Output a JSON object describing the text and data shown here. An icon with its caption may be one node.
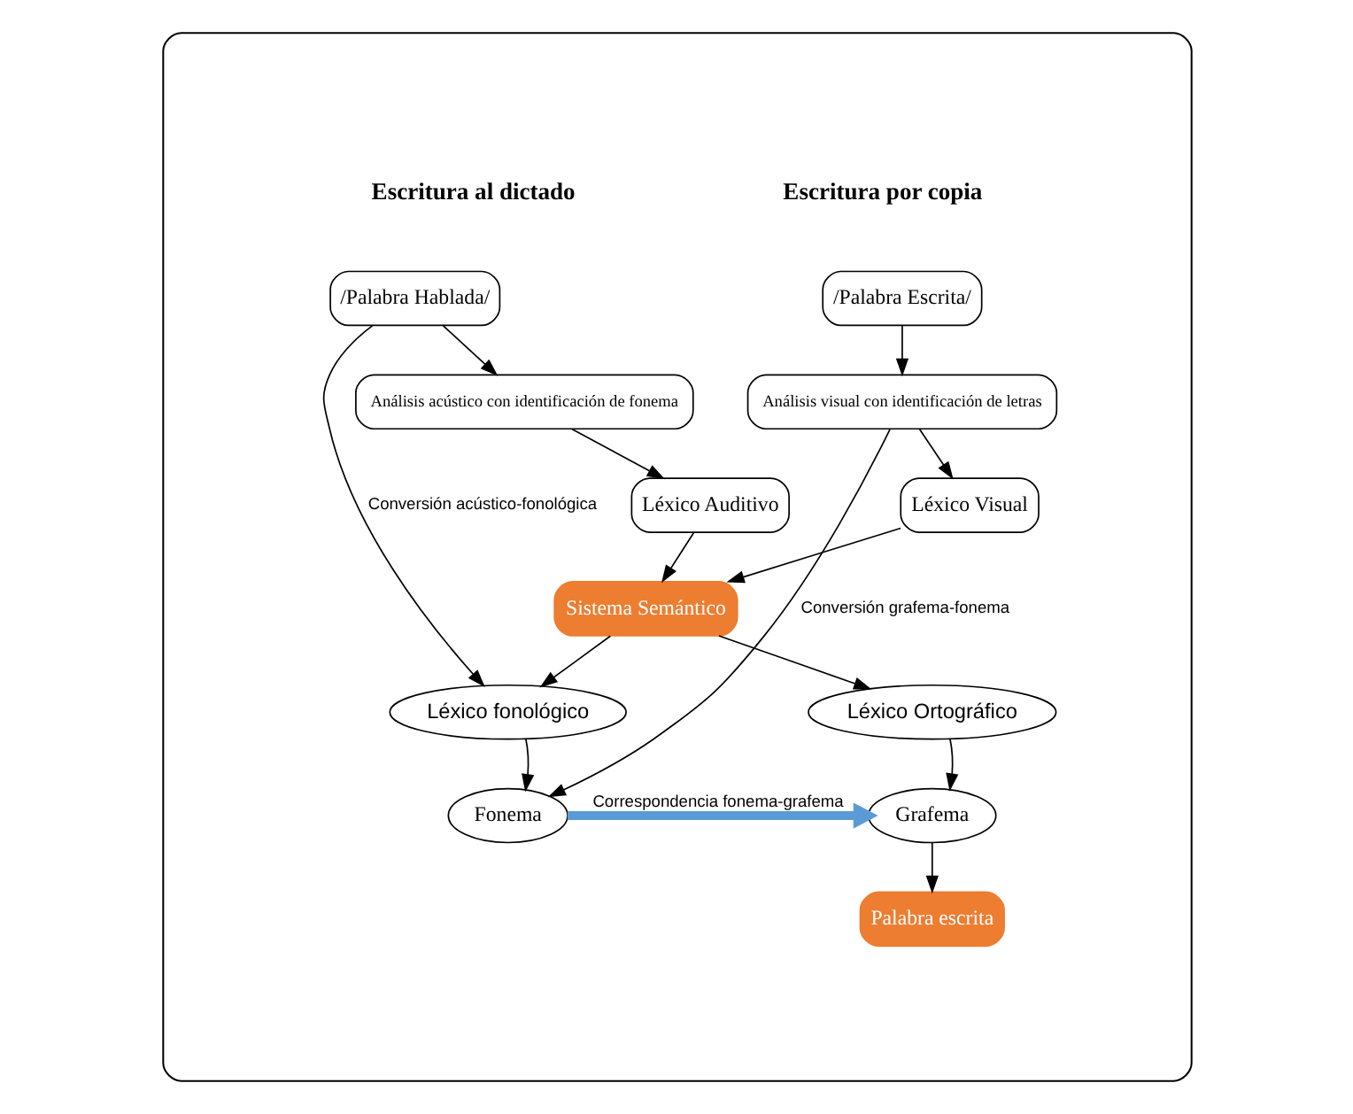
{
  "diagram": {
    "nodes": [
      {
        "text": [],
        "shape": "box"
      },
      {
        "text": [
          "/Palabra Hablada/"
        ],
        "in": 0
      },
      {
        "text": [
          "Análisis acústico con identificación de fonema"
        ],
        "in": 0
      },
      {
        "text": [
          "Léxico Auditivo"
        ],
        "in": 0
      },
      {
        "text": [
          "/Palabra Escrita/"
        ],
        "in": 0
      },
      {
        "text": [
          "Análisis visual con identificación de letras"
        ],
        "in": 0
      },
      {
        "text": [
          "Léxico Visual"
        ],
        "in": 0
      },
      {
        "text": [
          "Sistema Semántico"
        ],
        "in": 0
      },
      {
        "text": [
          "Léxico fonológico"
        ],
        "in": 0
      },
      {
        "text": [
          "Léxico Ortográfico"
        ],
        "in": 0
      },
      {
        "text": [
          "Fonema"
        ],
        "in": 0
      },
      {
        "text": [
          "Grafema"
        ],
        "in": 0
      },
      {
        "text": [
          "Palabra escrita"
        ],
        "in": 0
      }
    ],
    "edges": [
      {
        "from": 1,
        "to": 2,
        "arrow": "to"
      },
      {
        "from": 2,
        "to": 3,
        "arrow": "to"
      },
      {
        "from": 3,
        "to": 7,
        "arrow": "to"
      },
      {
        "from": 1,
        "to": 8,
        "arrow": "to",
        "label": "Conversión acústico-fonológica"
      },
      {
        "from": 4,
        "to": 5,
        "arrow": "to"
      },
      {
        "from": 5,
        "to": 6,
        "arrow": "to"
      },
      {
        "from": 6,
        "to": 7,
        "arrow": "to"
      },
      {
        "from": 7,
        "to": 8,
        "arrow": "to"
      },
      {
        "from": 7,
        "to": 9,
        "arrow": "to"
      },
      {
        "from": 8,
        "to": 10,
        "arrow": "to"
      },
      {
        "from": 9,
        "to": 11,
        "arrow": "to"
      },
      {
        "from": 10,
        "to": 11,
        "arrow": "to",
        "label": "Correspondencia fonema-grafema",
        "style": "thick",
        "color": "#5b9bd5"
      },
      {
        "from": 11,
        "to": 12,
        "arrow": "to"
      },
      {
        "from": 5,
        "to": 10,
        "arrow": "to",
        "label": "Conversión grafema-fonema"
      }
    ],
    "labels": [
      "Escritura al dictado",
      "Escritura por copia"
    ]
  }
}
